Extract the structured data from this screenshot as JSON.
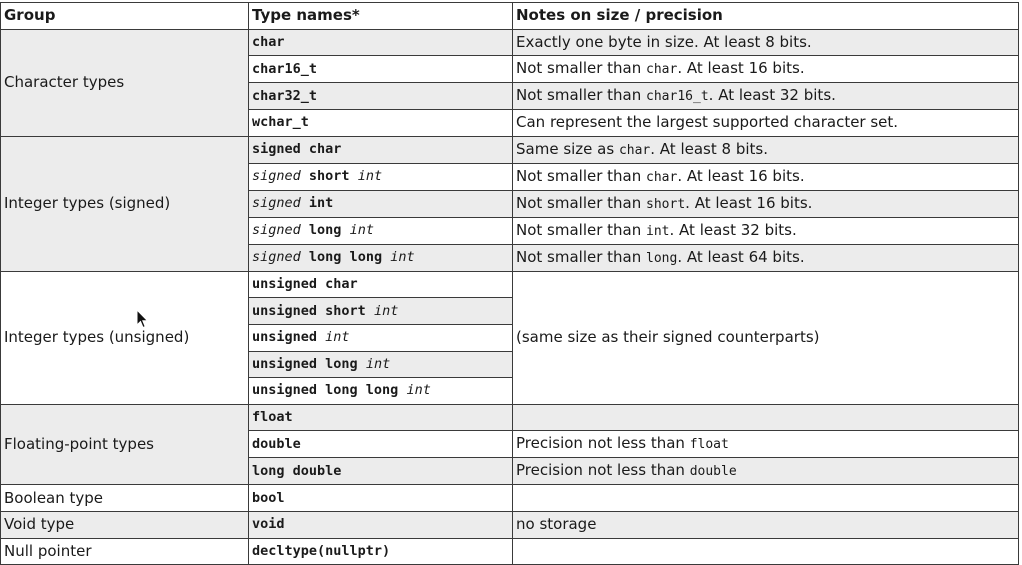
{
  "headers": {
    "group": "Group",
    "types": "Type names*",
    "notes": "Notes on size / precision"
  },
  "groups": {
    "character": "Character types",
    "int_signed": "Integer types (signed)",
    "int_unsigned": "Integer types (unsigned)",
    "floating": "Floating-point types",
    "boolean": "Boolean type",
    "void": "Void type",
    "null": "Null pointer"
  },
  "types": {
    "char": "char",
    "char16": "char16_t",
    "char32": "char32_t",
    "wchar": "wchar_t",
    "signed_char": "signed char",
    "signed_kw": "signed",
    "short_kw": "short",
    "int_kw": "int",
    "long_kw": "long",
    "long_long_kw": "long long",
    "unsigned_char": "unsigned char",
    "unsigned_short": "unsigned short",
    "unsigned_kw": "unsigned",
    "unsigned_long": "unsigned long",
    "unsigned_long_long": "unsigned long long",
    "float": "float",
    "double": "double",
    "long_double": "long double",
    "bool": "bool",
    "void": "void",
    "nullptr": "decltype(nullptr)"
  },
  "notes": {
    "char": "Exactly one byte in size. At least 8 bits.",
    "char16_pre": "Not smaller than ",
    "char16_code": "char",
    "char16_post": ". At least 16 bits.",
    "char32_pre": "Not smaller than ",
    "char32_code": "char16_t",
    "char32_post": ". At least 32 bits.",
    "wchar": "Can represent the largest supported character set.",
    "schar_pre": "Same size as ",
    "schar_code": "char",
    "schar_post": ". At least 8 bits.",
    "short_pre": "Not smaller than ",
    "short_code": "char",
    "short_post": ". At least 16 bits.",
    "int_pre": "Not smaller than ",
    "int_code": "short",
    "int_post": ". At least 16 bits.",
    "long_pre": "Not smaller than ",
    "long_code": "int",
    "long_post": ". At least 32 bits.",
    "longlong_pre": "Not smaller than ",
    "longlong_code": "long",
    "longlong_post": ". At least 64 bits.",
    "unsigned": "(same size as their signed counterparts)",
    "double_pre": "Precision not less than ",
    "double_code": "float",
    "longdouble_pre": "Precision not less than ",
    "longdouble_code": "double",
    "void": "no storage"
  },
  "icons": {
    "cursor": "mouse-pointer-icon"
  }
}
